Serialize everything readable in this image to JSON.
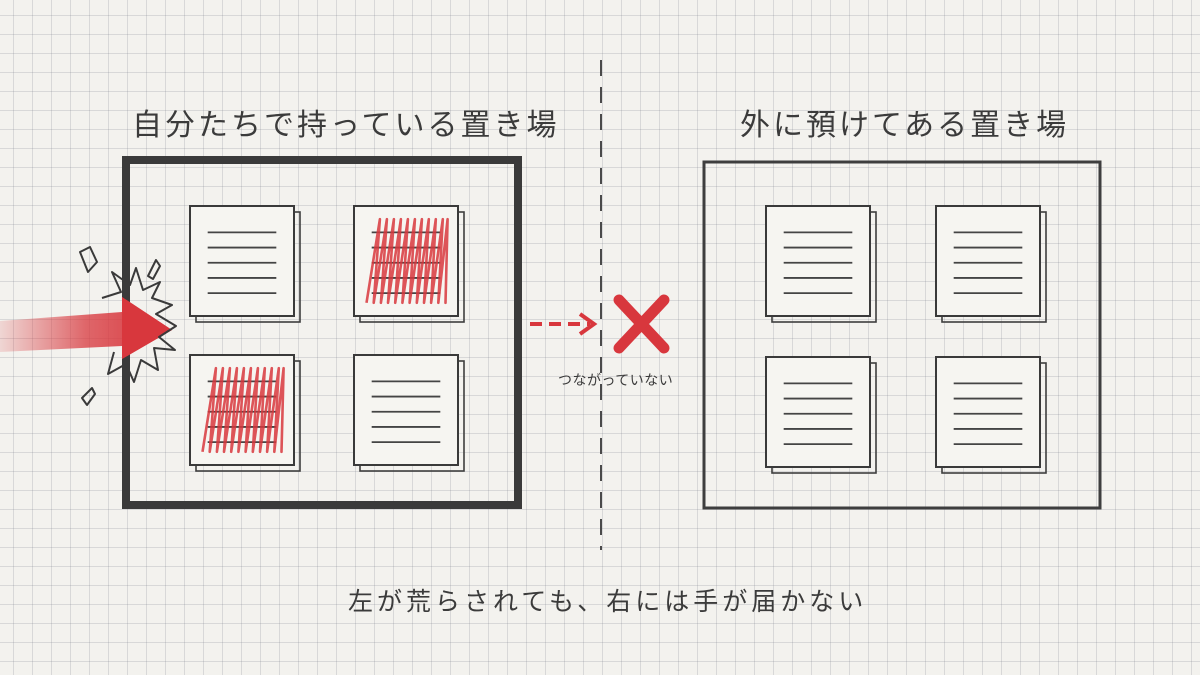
{
  "left_store": {
    "title": "自分たちで持っている置き場",
    "documents": [
      {
        "attacked": false
      },
      {
        "attacked": true
      },
      {
        "attacked": true
      },
      {
        "attacked": false
      }
    ]
  },
  "right_store": {
    "title": "外に預けてある置き場",
    "documents": [
      {
        "attacked": false
      },
      {
        "attacked": false
      },
      {
        "attacked": false
      },
      {
        "attacked": false
      }
    ]
  },
  "connection": {
    "status_text": "つながっていない",
    "connected": false
  },
  "caption": "左が荒らされても、右には手が届かない",
  "colors": {
    "ink": "#3a3a3a",
    "red": "#d8373d"
  },
  "icons": [
    "attack-arrow-icon",
    "impact-burst-icon",
    "dashed-arrow-icon",
    "cross-mark-icon",
    "document-icon"
  ]
}
